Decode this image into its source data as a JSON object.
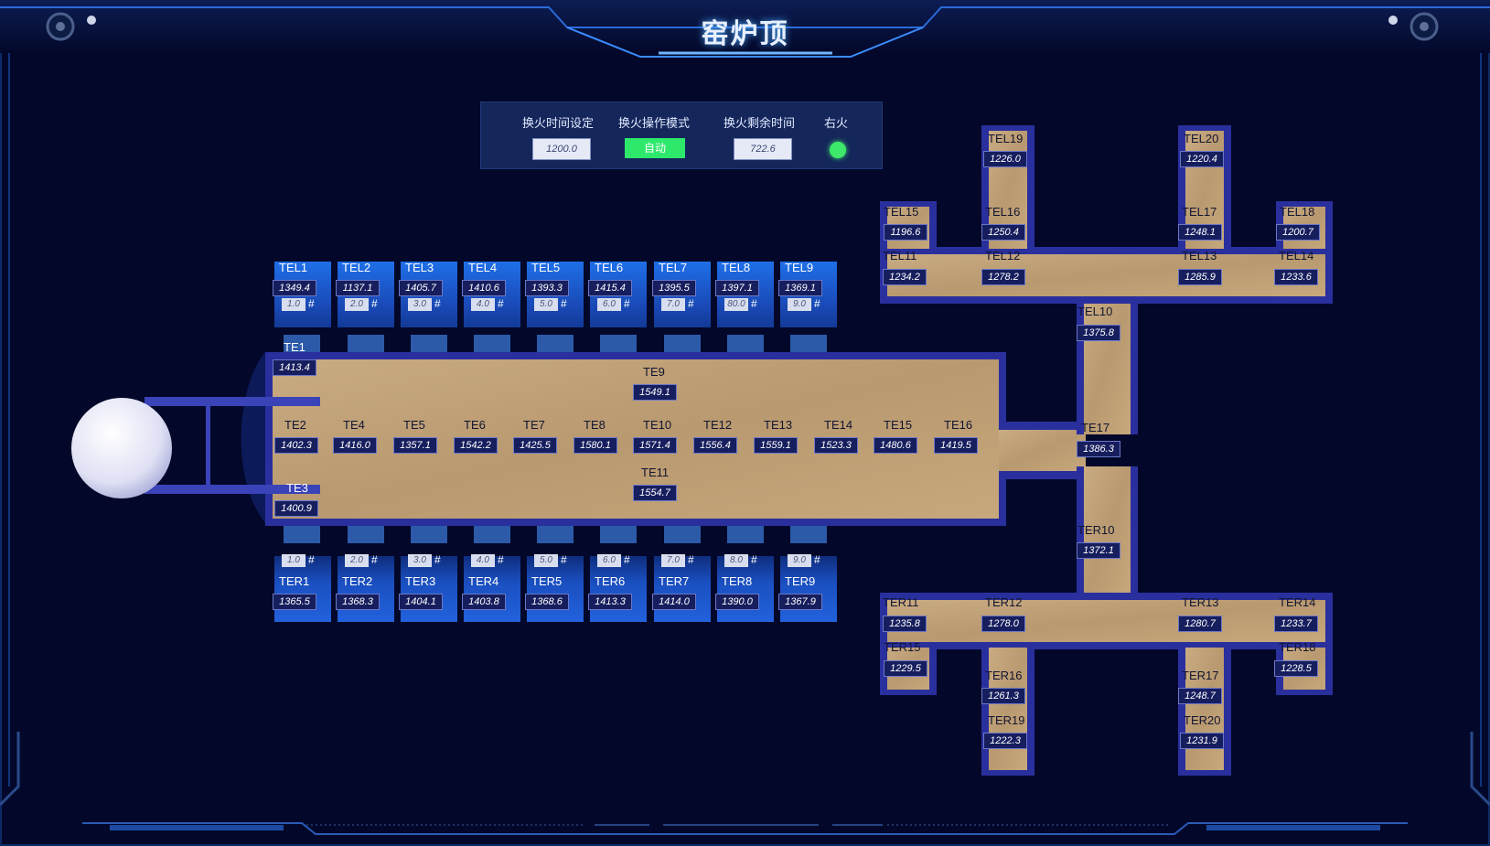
{
  "title": "窑炉顶",
  "control": {
    "labels": [
      "换火时间设定",
      "换火操作模式",
      "换火剩余时间",
      "右火"
    ],
    "time_setting": "1200.0",
    "mode": "自动",
    "remaining": "722.6",
    "indicator_color": "#3ee86a"
  },
  "tel": [
    {
      "name": "TEL1",
      "value": "1349.4",
      "num": "1.0"
    },
    {
      "name": "TEL2",
      "value": "1137.1",
      "num": "2.0"
    },
    {
      "name": "TEL3",
      "value": "1405.7",
      "num": "3.0"
    },
    {
      "name": "TEL4",
      "value": "1410.6",
      "num": "4.0"
    },
    {
      "name": "TEL5",
      "value": "1393.3",
      "num": "5.0"
    },
    {
      "name": "TEL6",
      "value": "1415.4",
      "num": "6.0"
    },
    {
      "name": "TEL7",
      "value": "1395.5",
      "num": "7.0"
    },
    {
      "name": "TEL8",
      "value": "1397.1",
      "num": "80.0"
    },
    {
      "name": "TEL9",
      "value": "1369.1",
      "num": "9.0"
    }
  ],
  "ter": [
    {
      "name": "TER1",
      "value": "1365.5",
      "num": "1.0"
    },
    {
      "name": "TER2",
      "value": "1368.3",
      "num": "2.0"
    },
    {
      "name": "TER3",
      "value": "1404.1",
      "num": "3.0"
    },
    {
      "name": "TER4",
      "value": "1403.8",
      "num": "4.0"
    },
    {
      "name": "TER5",
      "value": "1368.6",
      "num": "5.0"
    },
    {
      "name": "TER6",
      "value": "1413.3",
      "num": "6.0"
    },
    {
      "name": "TER7",
      "value": "1414.0",
      "num": "7.0"
    },
    {
      "name": "TER8",
      "value": "1390.0",
      "num": "8.0"
    },
    {
      "name": "TER9",
      "value": "1367.9",
      "num": "9.0"
    }
  ],
  "hash": "#",
  "te": {
    "TE1": {
      "name": "TE1",
      "value": "1413.4"
    },
    "TE3": {
      "name": "TE3",
      "value": "1400.9"
    },
    "TE9": {
      "name": "TE9",
      "value": "1549.1"
    },
    "TE11": {
      "name": "TE11",
      "value": "1554.7"
    },
    "row": [
      {
        "name": "TE2",
        "value": "1402.3"
      },
      {
        "name": "TE4",
        "value": "1416.0"
      },
      {
        "name": "TE5",
        "value": "1357.1"
      },
      {
        "name": "TE6",
        "value": "1542.2"
      },
      {
        "name": "TE7",
        "value": "1425.5"
      },
      {
        "name": "TE8",
        "value": "1580.1"
      },
      {
        "name": "TE10",
        "value": "1571.4"
      },
      {
        "name": "TE12",
        "value": "1556.4"
      },
      {
        "name": "TE13",
        "value": "1559.1"
      },
      {
        "name": "TE14",
        "value": "1523.3"
      },
      {
        "name": "TE15",
        "value": "1480.6"
      },
      {
        "name": "TE16",
        "value": "1419.5"
      }
    ],
    "TE17": {
      "name": "TE17",
      "value": "1386.3"
    }
  },
  "upper": {
    "TEL10": {
      "name": "TEL10",
      "value": "1375.8"
    },
    "TEL11": {
      "name": "TEL11",
      "value": "1234.2"
    },
    "TEL12": {
      "name": "TEL12",
      "value": "1278.2"
    },
    "TEL13": {
      "name": "TEL13",
      "value": "1285.9"
    },
    "TEL14": {
      "name": "TEL14",
      "value": "1233.6"
    },
    "TEL15": {
      "name": "TEL15",
      "value": "1196.6"
    },
    "TEL16": {
      "name": "TEL16",
      "value": "1250.4"
    },
    "TEL17": {
      "name": "TEL17",
      "value": "1248.1"
    },
    "TEL18": {
      "name": "TEL18",
      "value": "1200.7"
    },
    "TEL19": {
      "name": "TEL19",
      "value": "1226.0"
    },
    "TEL20": {
      "name": "TEL20",
      "value": "1220.4"
    }
  },
  "lower": {
    "TER10": {
      "name": "TER10",
      "value": "1372.1"
    },
    "TER11": {
      "name": "TER11",
      "value": "1235.8"
    },
    "TER12": {
      "name": "TER12",
      "value": "1278.0"
    },
    "TER13": {
      "name": "TER13",
      "value": "1280.7"
    },
    "TER14": {
      "name": "TER14",
      "value": "1233.7"
    },
    "TER15": {
      "name": "TER15",
      "value": "1229.5"
    },
    "TER16": {
      "name": "TER16",
      "value": "1261.3"
    },
    "TER17": {
      "name": "TER17",
      "value": "1248.7"
    },
    "TER18": {
      "name": "TER18",
      "value": "1228.5"
    },
    "TER19": {
      "name": "TER19",
      "value": "1222.3"
    },
    "TER20": {
      "name": "TER20",
      "value": "1231.9"
    }
  }
}
